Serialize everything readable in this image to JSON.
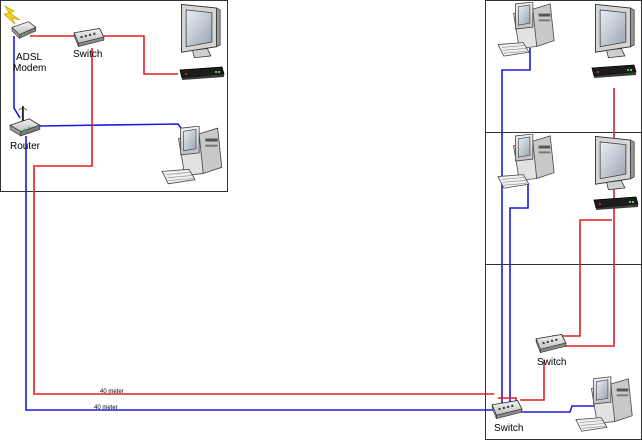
{
  "labels": {
    "adsl_modem_line1": "ADSL",
    "adsl_modem_line2": "Modem",
    "switch_top": "Switch",
    "router": "Router",
    "switch_right": "Switch",
    "switch_bottom": "Switch",
    "cable_red_length": "40 meter",
    "cable_blue_length": "40 meter"
  },
  "colors": {
    "red_cable": "#e02020",
    "blue_cable": "#1a1adf",
    "room_border": "#333333",
    "lightning": "#f2d21a"
  },
  "icons": {
    "modem": "adsl-modem-icon",
    "switch": "network-switch-icon",
    "router": "wireless-router-icon",
    "desktop": "desktop-computer-icon",
    "monitor": "lcd-monitor-icon",
    "media_box": "set-top-box-icon",
    "lightning": "lightning-bolt-icon"
  }
}
